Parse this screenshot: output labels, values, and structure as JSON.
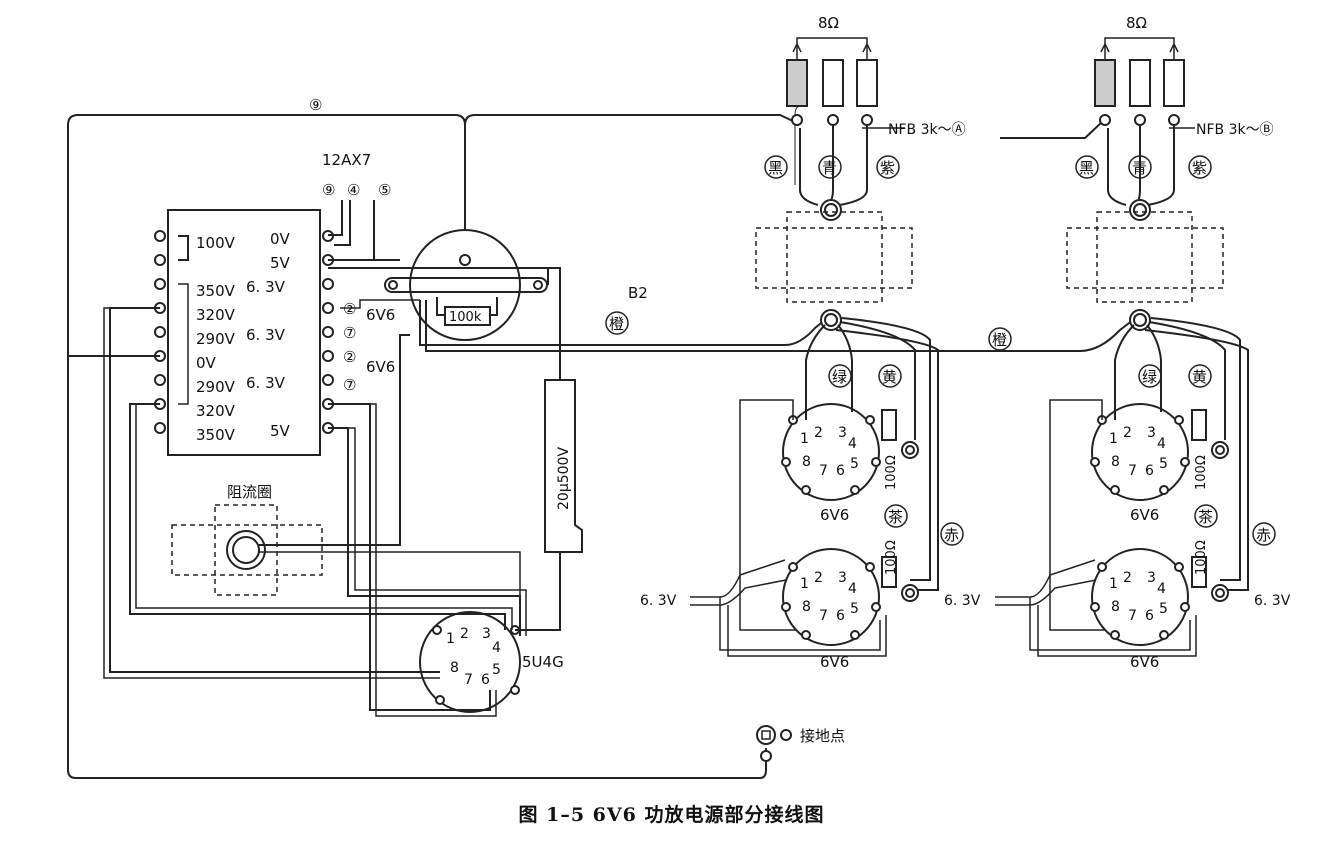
{
  "caption": "图 1–5  6V6 功放电源部分接线图",
  "labels": {
    "twelve_ax7": "12AX7",
    "circ_9": "⑨",
    "circ_4": "④",
    "circ_5": "⑤",
    "circ_2": "②",
    "circ_7": "⑦",
    "tube_6v6": "6V6",
    "tube_5u4g": "5U4G",
    "resistor_100k": "100k",
    "b2": "B2",
    "orange": "橙",
    "capacitor": "20μ500V",
    "choke": "阻流圈",
    "ground": "接地点",
    "eight_ohm": "8Ω",
    "nfb_a": "NFB 3k～Ⓐ",
    "nfb_b": "NFB 3k～Ⓑ",
    "black": "黑",
    "cyan": "青",
    "purple": "紫",
    "green": "绿",
    "yellow": "黄",
    "brown": "茶",
    "red": "赤",
    "hundred_ohm": "100Ω",
    "six_three_v": "6. 3V"
  },
  "transformer": {
    "left_taps": [
      "100V",
      "350V",
      "320V",
      "290V",
      "0V",
      "290V",
      "320V",
      "350V"
    ],
    "right_taps": [
      "0V",
      "5V",
      "6. 3V",
      "6. 3V",
      "6. 3V",
      "5V"
    ]
  },
  "pins": [
    "1",
    "2",
    "3",
    "4",
    "5",
    "6",
    "7",
    "8"
  ]
}
